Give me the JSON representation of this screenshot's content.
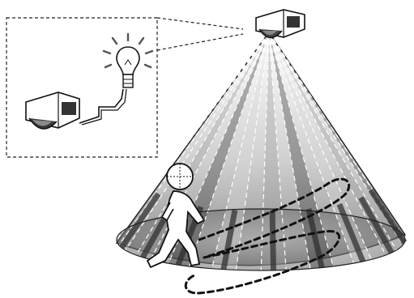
{
  "figure": {
    "elements": [
      {
        "id": "ceiling-sensor",
        "icon": "motion-sensor-icon"
      },
      {
        "id": "inset-sensor",
        "icon": "motion-sensor-icon"
      },
      {
        "id": "lightbulb",
        "icon": "lightbulb-icon",
        "state": "on"
      },
      {
        "id": "walking-person",
        "icon": "person-walking-icon"
      },
      {
        "id": "detection-cone",
        "icon": "detection-zone-icon",
        "segments": 9
      }
    ],
    "colors": {
      "outline": "#111111",
      "cone_light": "#d9d9d9",
      "cone_mid": "#9a9a9a",
      "cone_dark": "#2b2b2b",
      "background": "#ffffff"
    }
  }
}
